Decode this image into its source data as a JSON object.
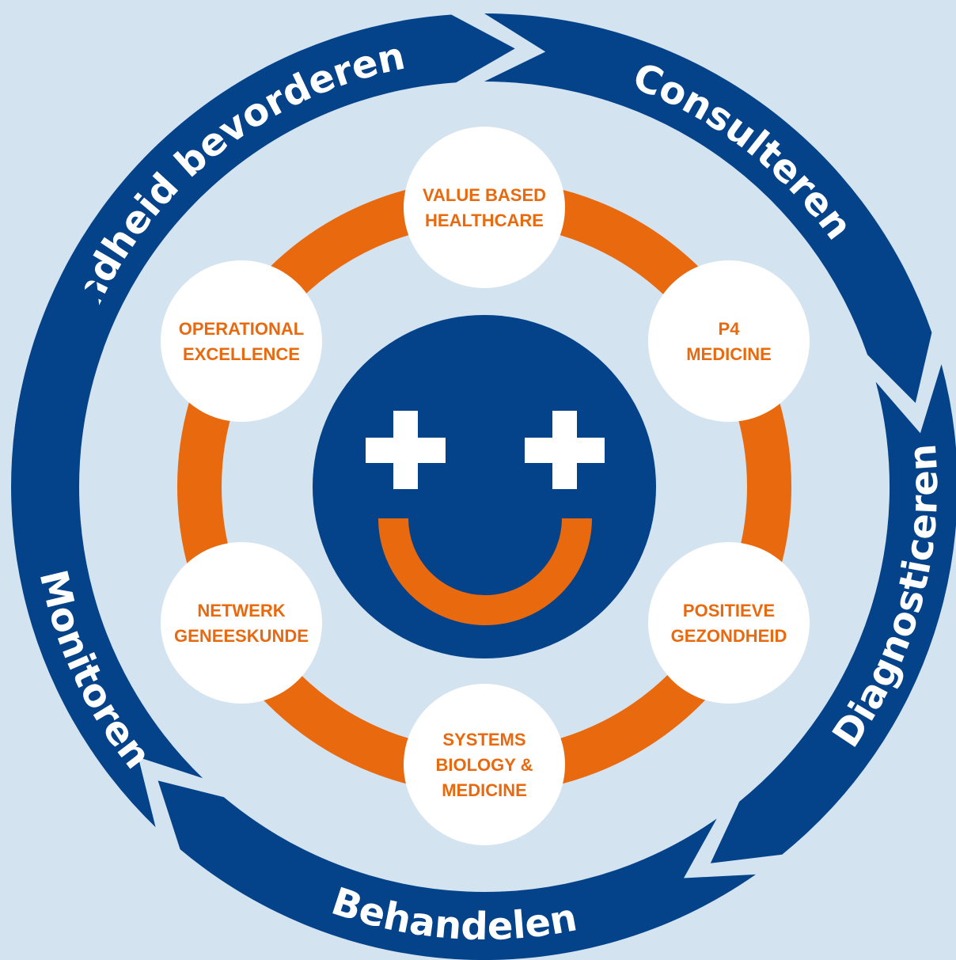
{
  "colors": {
    "background": "#d3e3ef",
    "navy": "#04428a",
    "orange": "#e8690e",
    "white": "#ffffff"
  },
  "cycle": {
    "segments": [
      {
        "id": "gezondheid-bevorderen",
        "label": "Gezondheid bevorderen"
      },
      {
        "id": "consulteren",
        "label": "Consulteren"
      },
      {
        "id": "diagnosticeren",
        "label": "Diagnosticeren"
      },
      {
        "id": "behandelen",
        "label": "Behandelen"
      },
      {
        "id": "monitoren",
        "label": "Monitoren"
      }
    ]
  },
  "nodes": [
    {
      "id": "value-based-healthcare",
      "lines": [
        "VALUE BASED",
        "HEALTHCARE"
      ]
    },
    {
      "id": "p4-medicine",
      "lines": [
        "P4",
        "MEDICINE"
      ]
    },
    {
      "id": "positieve-gezondheid",
      "lines": [
        "POSITIEVE",
        "GEZONDHEID"
      ]
    },
    {
      "id": "systems-biology-medicine",
      "lines": [
        "SYSTEMS",
        "BIOLOGY &",
        "MEDICINE"
      ]
    },
    {
      "id": "netwerk-geneeskunde",
      "lines": [
        "NETWERK",
        "GENEESKUNDE"
      ]
    },
    {
      "id": "operational-excellence",
      "lines": [
        "OPERATIONAL",
        "EXCELLENCE"
      ]
    }
  ],
  "center": {
    "icon": "smiley-plus-eyes-icon"
  }
}
